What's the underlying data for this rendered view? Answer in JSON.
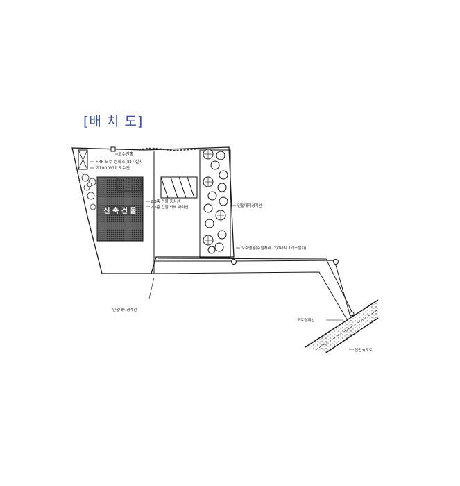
{
  "title": "[배 치 도]",
  "labels": {
    "manhole_top": "오수맨홀",
    "frp_tank": "FRP 오수 정화조(8T) 설치",
    "pipe": "Ø100 VG1 오수관",
    "building": "신 축 건 물",
    "setback_line": "2.3층 건물 중심선",
    "setback_line2": "2.3층 건물 외벽.처마선",
    "boundary_right": "인접대지경계선",
    "manhole_bottom": "오수맨홀(수밀처리 (2)0대지 1개소설치)",
    "boundary_left": "인접대지경계선",
    "road_line": "도로경계선",
    "road_name": "인접3(도로"
  },
  "colors": {
    "title": "#3a4fa0",
    "line": "#1a1a1a",
    "hatch": "#555555"
  }
}
